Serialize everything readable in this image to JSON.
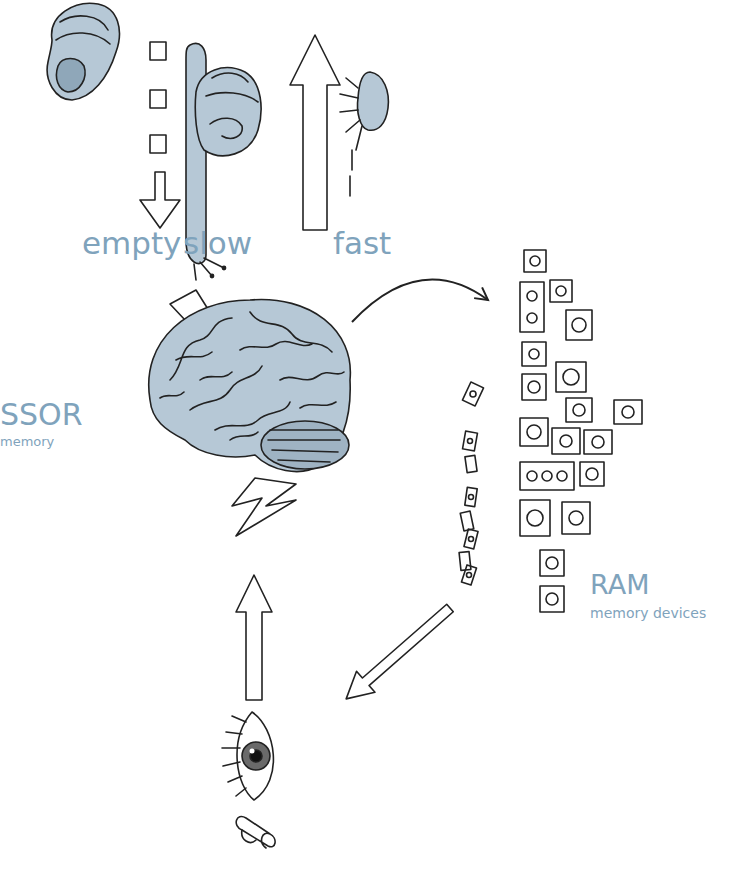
{
  "diagram": {
    "nodes": [
      {
        "text": [
          "SSOR",
          "memory"
        ]
      },
      {
        "text": [
          "RAM",
          "memory devices"
        ]
      }
    ],
    "edges": [
      {
        "from": 0,
        "to": 1,
        "arrow": "to"
      }
    ],
    "labels": [
      "empty",
      "slow",
      "fast"
    ]
  }
}
